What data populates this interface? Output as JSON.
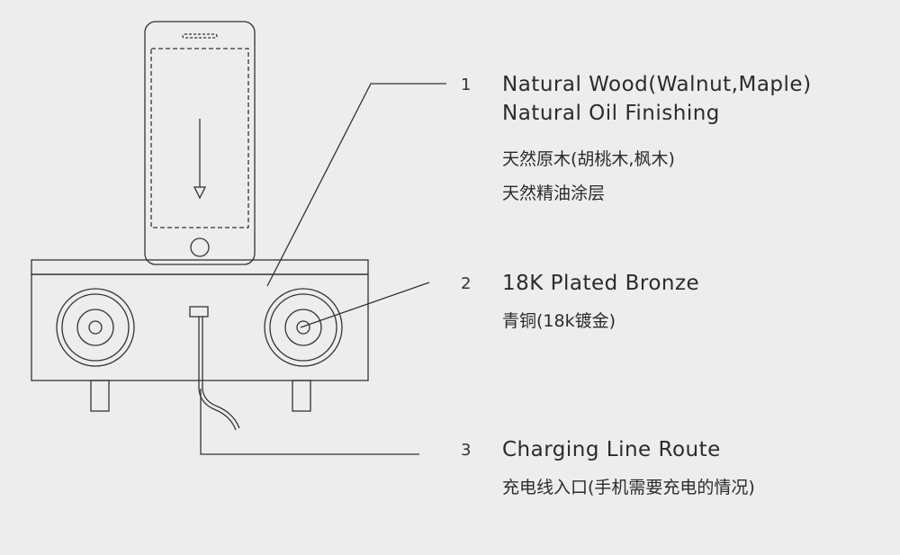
{
  "colors": {
    "background": "#ededed",
    "line": "#333333",
    "text": "#2b2b2b"
  },
  "callouts": [
    {
      "number": "1",
      "english_line1": "Natural Wood(Walnut,Maple)",
      "english_line2": "Natural Oil Finishing",
      "chinese_line1": "天然原木(胡桃木,枫木)",
      "chinese_line2": "天然精油涂层"
    },
    {
      "number": "2",
      "english_line1": "18K Plated Bronze",
      "chinese_line1": "青铜(18k镀金)"
    },
    {
      "number": "3",
      "english_line1": "Charging Line Route",
      "chinese_line1": "充电线入口(手机需要充电的情况)"
    }
  ]
}
